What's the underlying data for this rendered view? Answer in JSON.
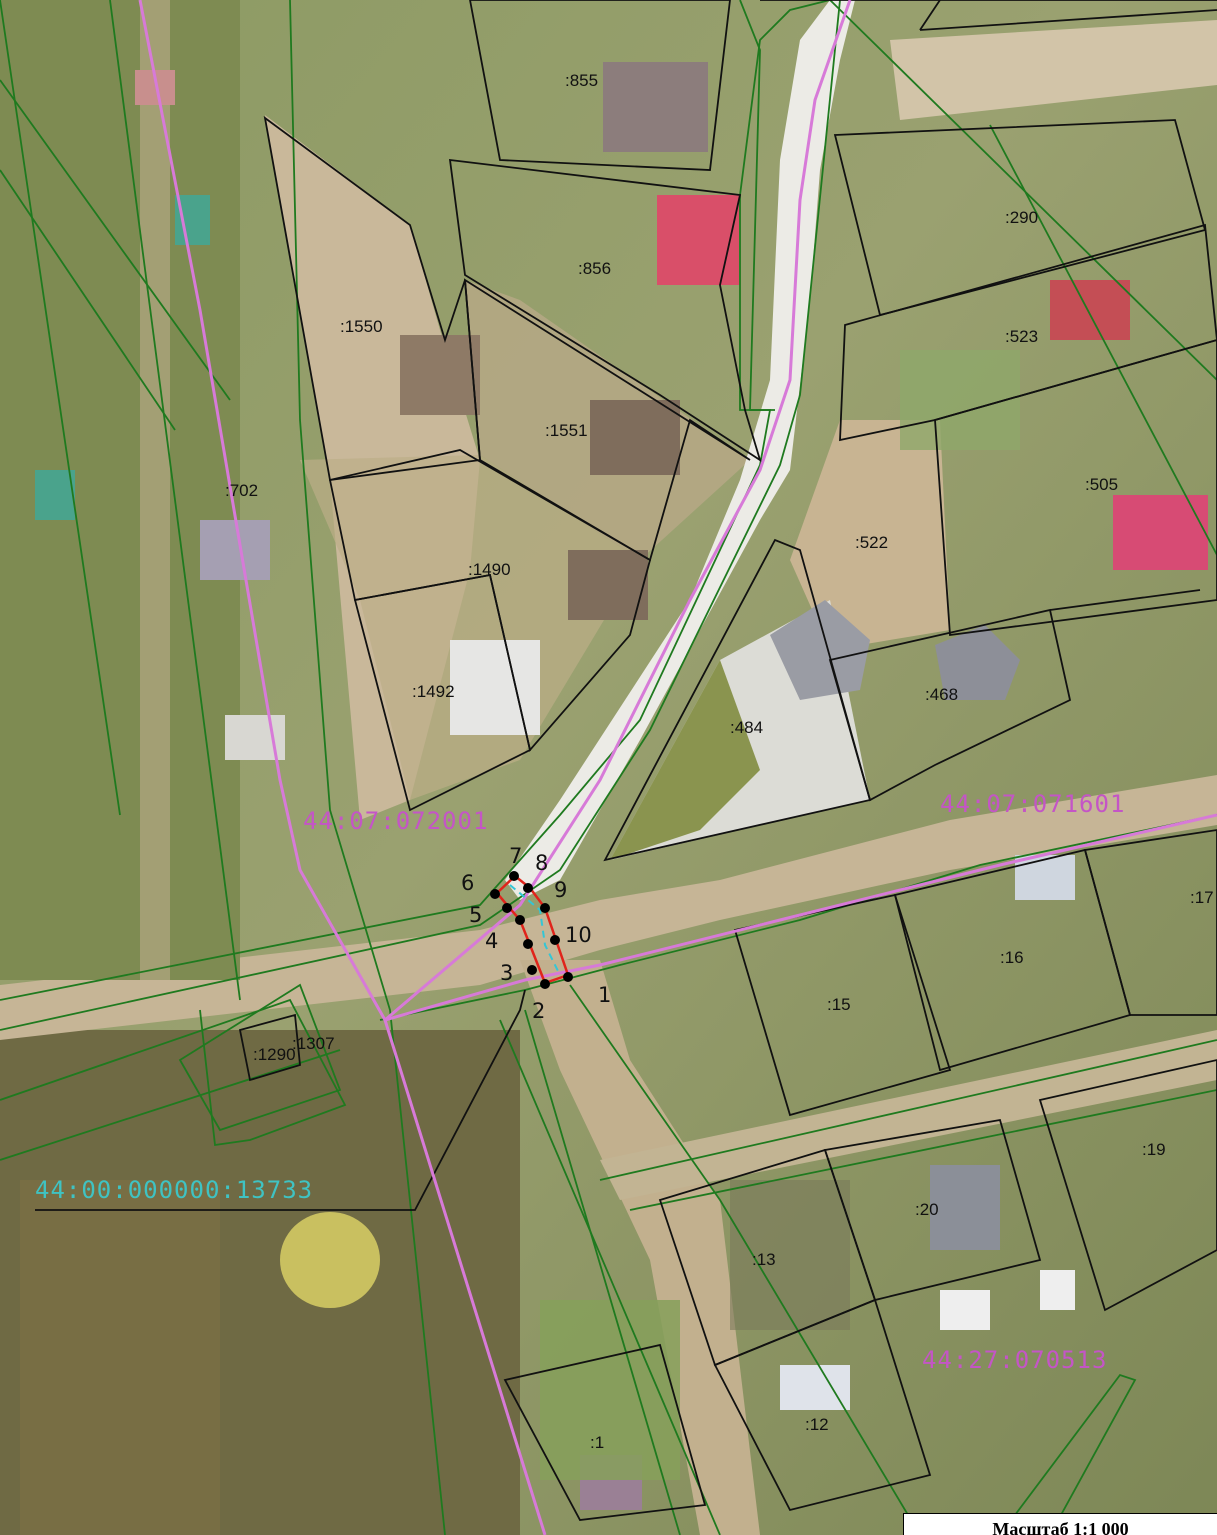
{
  "parcel_labels": [
    ":855",
    ":856",
    ":290",
    ":523",
    ":1550",
    ":1551",
    ":505",
    ":702",
    ":522",
    ":1490",
    ":484",
    ":468",
    ":1492",
    ":15",
    ":16",
    ":17",
    ":19",
    ":20",
    ":13",
    ":12",
    ":1",
    ":1290",
    ":1307"
  ],
  "quarter_labels": [
    "44:07:072001",
    "44:07:071601",
    "44:00:000000:13733",
    "44:27:070513"
  ],
  "point_numbers": [
    "1",
    "2",
    "3",
    "4",
    "5",
    "6",
    "7",
    "8",
    "9",
    "10"
  ],
  "scale_text": "Масштаб 1:1 000",
  "colors": {
    "parcel_border": "#111111",
    "zone_border": "#1f7a1f",
    "quarter_boundary": "#d77ad8",
    "quarter_label": "#c455c6",
    "cadastral_label": "#3fc3c3",
    "plot_outline": "#e0241b",
    "plot_centerline": "#33c6d6",
    "point_marker": "#000000"
  }
}
